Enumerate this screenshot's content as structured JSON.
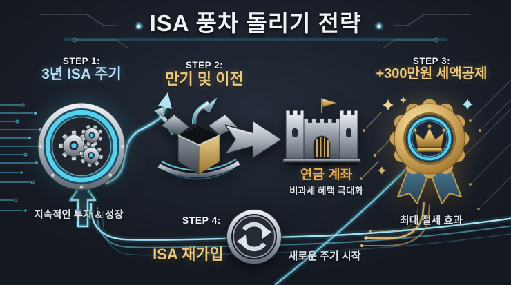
{
  "title": "ISA 풍차 돌리기 전략",
  "steps": {
    "s1": {
      "label": "STEP 1:",
      "title": "3년 ISA 주기",
      "caption": "지속적인 투자 & 성장"
    },
    "s2": {
      "label": "STEP 2:",
      "title": "만기 및 이전"
    },
    "s3": {
      "label": "STEP 3:",
      "title": "+300만원 세액공제",
      "caption": "최대 절세 효과"
    },
    "s4": {
      "label": "STEP 4:",
      "title": "ISA 재가입",
      "caption": "새로운 주기 시작"
    }
  },
  "pension": {
    "title": "연금 계좌",
    "caption": "비과세 혜택 극대화"
  },
  "icons": {
    "step1": "gears-badge-icon",
    "step2": "open-box-icon",
    "step3": "medal-crown-icon",
    "step4": "refresh-cycle-icon",
    "pension": "castle-icon",
    "flow_up": "up-arrow-icon",
    "flow_right": "right-arrow-icon",
    "flow_curve": "s-curve-arrow-icon"
  },
  "colors": {
    "background": "#1c222d",
    "accent_cyan": "#5ED8F5",
    "accent_gold": "#E8C478",
    "step1_text": "#B9DDF2",
    "silver": "#C3CAD2"
  }
}
